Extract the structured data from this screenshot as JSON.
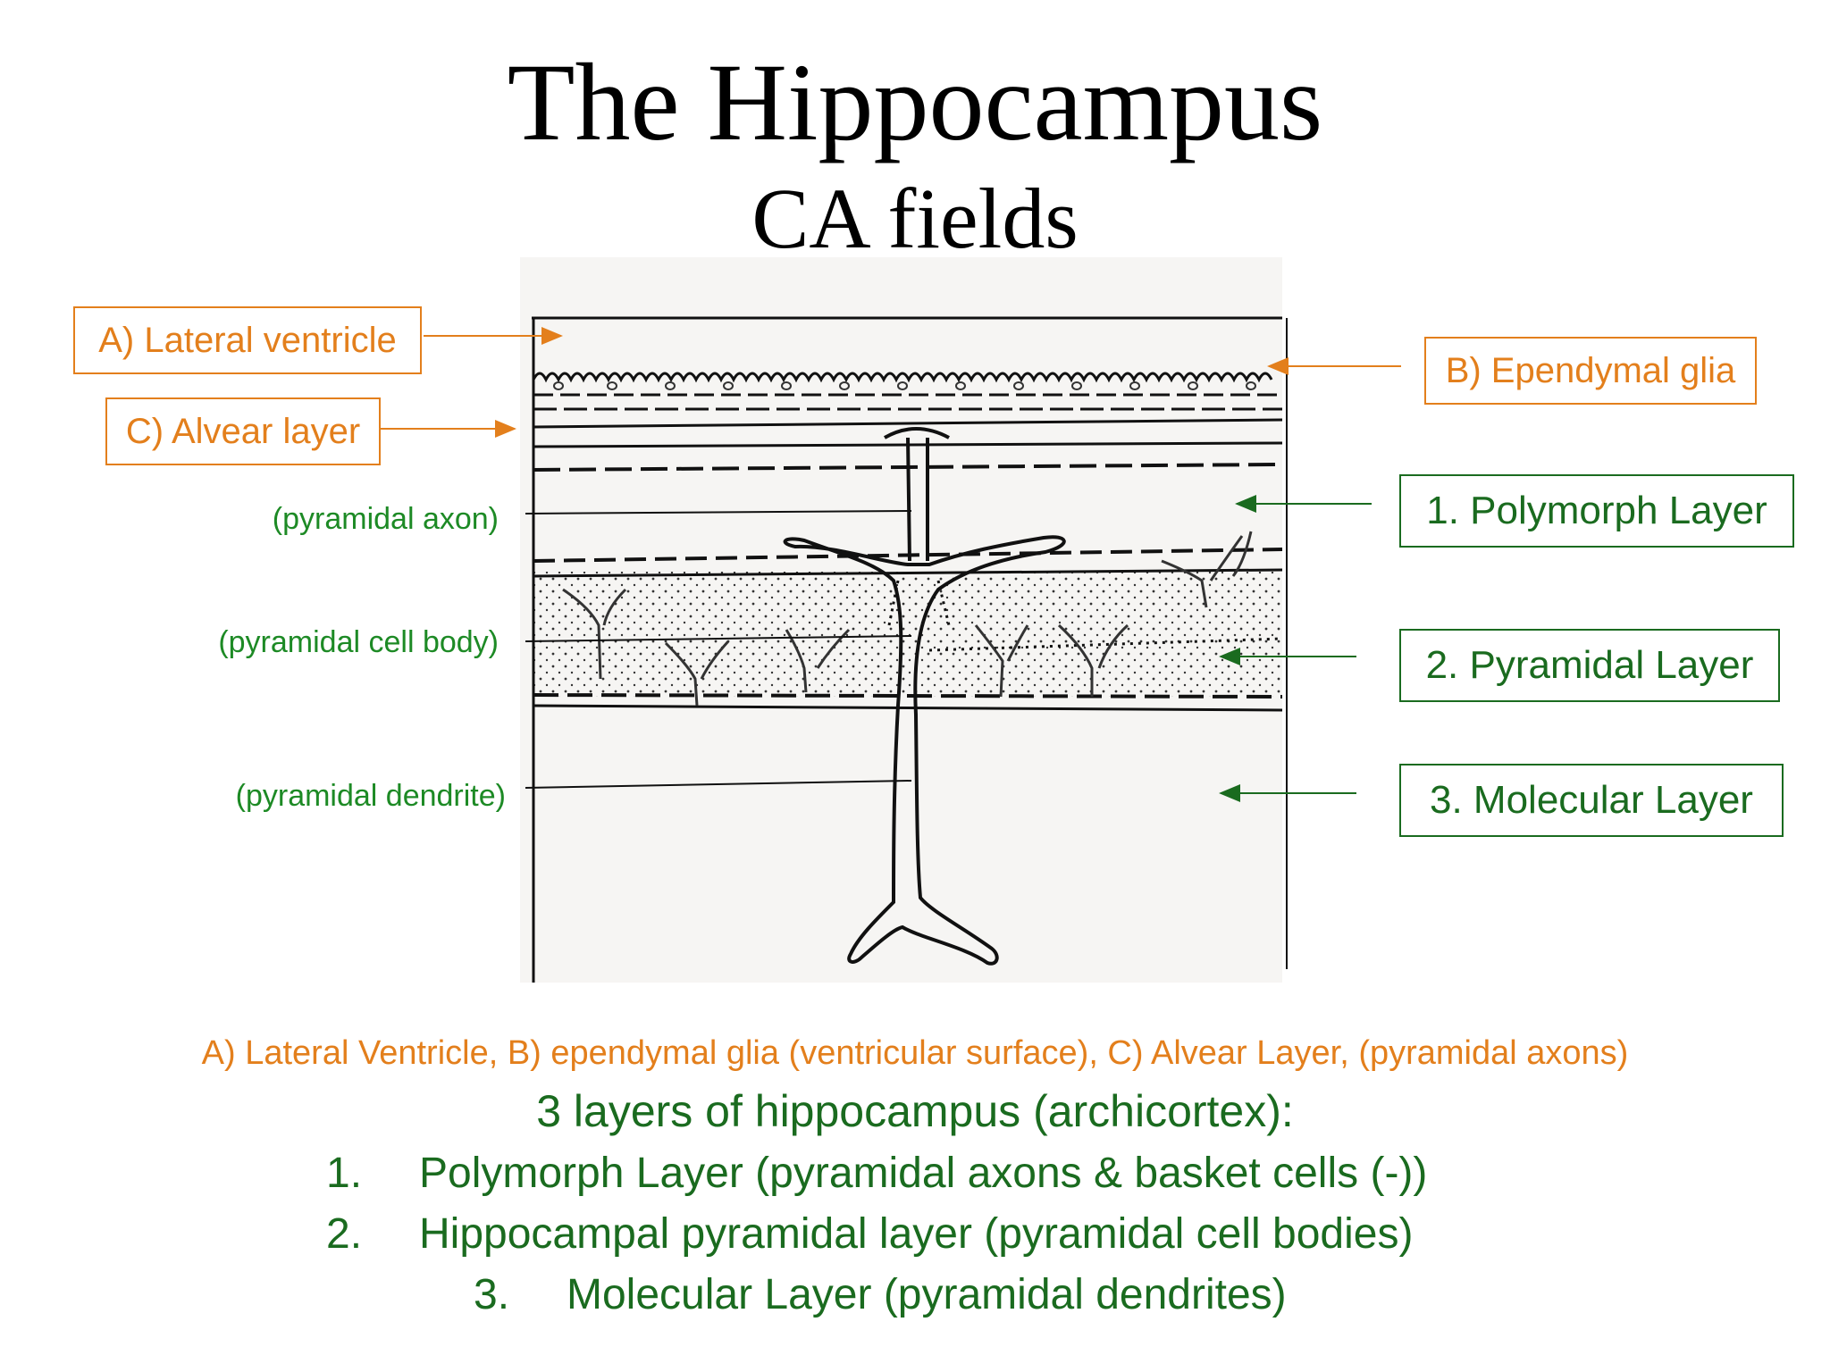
{
  "title": "The Hippocampus",
  "subtitle": "CA fields",
  "callouts": {
    "a": "A) Lateral ventricle",
    "b": "B) Ependymal glia",
    "c": "C) Alvear layer"
  },
  "layers": {
    "l1": "1. Polymorph Layer",
    "l2": "2. Pyramidal Layer",
    "l3": "3. Molecular Layer"
  },
  "neuron_labels": {
    "axon": "(pyramidal axon)",
    "body": "(pyramidal cell body)",
    "dendrite": "(pyramidal dendrite)"
  },
  "summary": {
    "abc": "A) Lateral Ventricle, B) ependymal glia (ventricular surface), C) Alvear Layer, (pyramidal axons)",
    "heading": "3 layers of hippocampus (archicortex):",
    "items": [
      {
        "num": "1.",
        "text": "Polymorph Layer (pyramidal axons & basket cells (-))"
      },
      {
        "num": "2.",
        "text": "Hippocampal pyramidal layer (pyramidal cell bodies)"
      },
      {
        "num": "3.",
        "text": "Molecular Layer (pyramidal dendrites)"
      }
    ]
  },
  "colors": {
    "orange": "#e37f1c",
    "green": "#1a6b1f",
    "light_green": "#1d8a25"
  }
}
